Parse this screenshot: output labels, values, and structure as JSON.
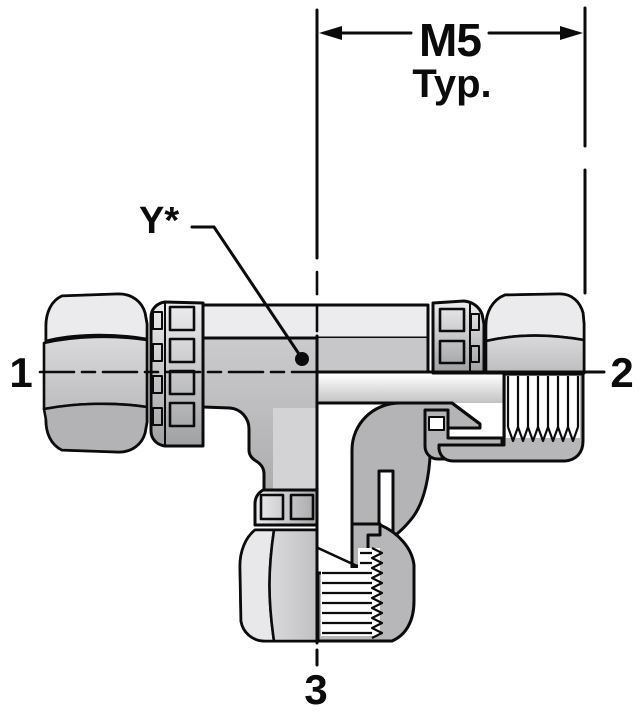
{
  "diagram": {
    "type": "technical-drawing",
    "subject": "Swivel nut branch tee tube fitting shown in half-section",
    "dimension": {
      "label": "M5",
      "qualifier": "Typ."
    },
    "callout": {
      "label": "Y*"
    },
    "ports": {
      "port1": "1",
      "port2": "2",
      "port3": "3"
    },
    "colors": {
      "outline": "#0b0b0b",
      "surface_light": "#ececee",
      "surface_mid": "#c7c7c9",
      "surface_dark": "#b4b4b6",
      "section_bore": "#ffffff",
      "background": "#ffffff"
    }
  }
}
